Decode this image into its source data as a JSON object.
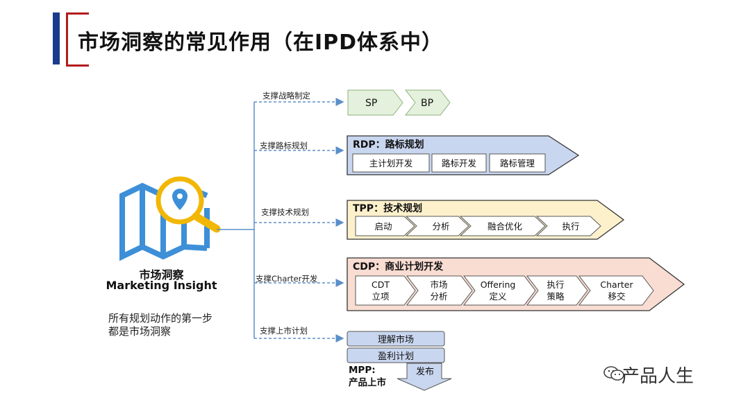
{
  "title": "市场洞察的常见作用（在IPD体系中）",
  "center": {
    "name_cn": "市场洞察",
    "name_en": "Marketing Insight",
    "note_line1": "所有规划动作的第一步",
    "note_line2": "都是市场洞察"
  },
  "branches": [
    {
      "label": "支撑战略制定"
    },
    {
      "label": "支撑路标规划"
    },
    {
      "label": "支撑技术规划"
    },
    {
      "label": "支撑Charter开发"
    },
    {
      "label": "支撑上市计划"
    }
  ],
  "sp_bp": {
    "sp": "SP",
    "bp": "BP"
  },
  "rdp": {
    "title": "RDP：路标规划",
    "boxes": [
      "主计划开发",
      "路标开发",
      "路标管理"
    ]
  },
  "tpp": {
    "title": "TPP：技术规划",
    "steps": [
      "启动",
      "分析",
      "融合优化",
      "执行"
    ]
  },
  "cdp": {
    "title": "CDP：商业计划开发",
    "steps": [
      {
        "line1": "CDT",
        "line2": "立项"
      },
      {
        "line1": "市场",
        "line2": "分析"
      },
      {
        "line1": "Offering",
        "line2": "定义"
      },
      {
        "line1": "执行",
        "line2": "策略"
      },
      {
        "line1": "Charter",
        "line2": "移交"
      }
    ]
  },
  "mpp": {
    "boxes": [
      "理解市场",
      "盈利计划"
    ],
    "label_line1": "MPP:",
    "label_line2": "产品上市",
    "arrow_label": "发布"
  },
  "watermark": "产品人生",
  "colors": {
    "sp_fill": "#e4f1dc",
    "rdp_fill": "#c9d6ef",
    "tpp_fill": "#fdf1cc",
    "cdp_fill": "#f9ddd2",
    "mpp_fill": "#c9d6ef",
    "connector": "#5b8fc9",
    "icon_blue": "#3d8fd8",
    "icon_yellow": "#f2b705",
    "title_bar": "#1a3a8c",
    "title_bracket": "#b31b1b"
  }
}
